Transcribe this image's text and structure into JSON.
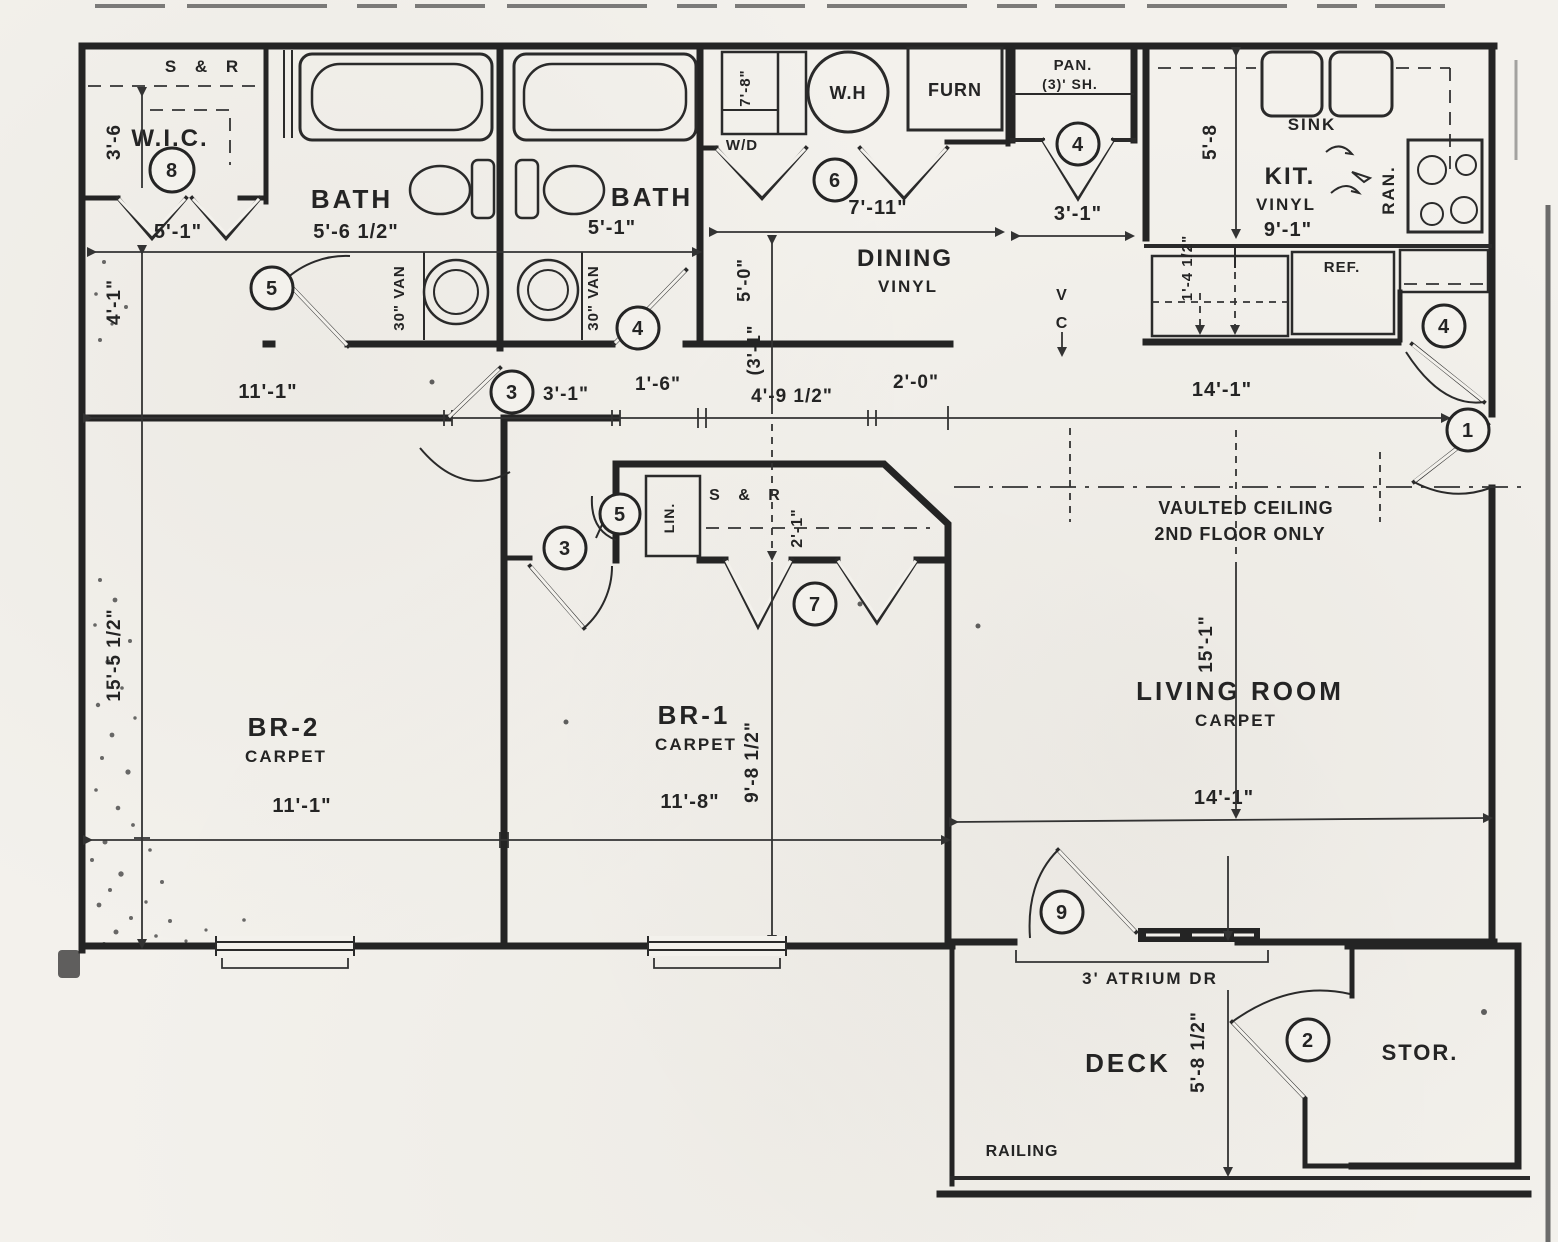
{
  "title": "Apartment unit floor plan (scanned blueprint)",
  "colors": {
    "ink": "#242424",
    "paper": "#f3f1ec"
  },
  "rooms": {
    "wic": "W.I.C.",
    "bath1": "BATH",
    "bath2": "BATH",
    "dining": "DINING",
    "dining_floor": "VINYL",
    "kit": "KIT.",
    "kit_floor": "VINYL",
    "kit_dim": "9'-1\"",
    "br2": "BR-2",
    "br2_floor": "CARPET",
    "br1": "BR-1",
    "br1_floor": "CARPET",
    "living": "LIVING ROOM",
    "living_floor": "CARPET",
    "deck": "DECK",
    "stor": "STOR.",
    "railing": "RAILING"
  },
  "fixtures": {
    "sr_wic": "S & R",
    "sr_closet": "S & R",
    "wd": "W/D",
    "wd_dim": "7'-8\"",
    "wh": "W.H",
    "furn": "FURN",
    "pan_line1": "PAN.",
    "pan_line2": "(3)' SH.",
    "sink": "SINK",
    "range": "RAN.",
    "fridge": "REF.",
    "linen": "LIN.",
    "van1": "30\" VAN",
    "van2": "30\" VAN",
    "atrium": "3' ATRIUM DR",
    "vaulted_line1": "VAULTED CEILING",
    "vaulted_line2": "2ND FLOOR ONLY",
    "vent_v": "V",
    "vent_c": "C"
  },
  "dims": {
    "wic_depth": "3'-6",
    "wic_width": "5'-1\"",
    "hall_left": "4'-1\"",
    "bath1_width": "5'-6 1/2\"",
    "bath2_width": "5'-1\"",
    "util_width": "7'-11\"",
    "util_depth": "5'-0\"",
    "util_depth2": "(3'-1\"",
    "pan_width": "3'-1\"",
    "kit_depth": "5'-8",
    "counter": "1'-4 1/2\"",
    "kit_top": "14'-1\"",
    "hall_br2": "11'-1\"",
    "hall_door": "3'-1\"",
    "hall_16": "1'-6\"",
    "hall_49": "4'-9 1/2\"",
    "hall_20": "2'-0\"",
    "closet_depth": "2'-1\"",
    "left_height": "15'-5 1/2\"",
    "br2_width": "11'-1\"",
    "br1_width": "11'-8\"",
    "br1_height": "9'-8 1/2\"",
    "living_height": "15'-1\"",
    "living_width": "14'-1\"",
    "deck_dim": "5'-8 1/2\""
  },
  "door_tags": {
    "entry": "1",
    "stor": "2",
    "br2": "3",
    "br1": "3",
    "bath2": "4",
    "pantry": "4",
    "entry_closet": "4",
    "bath1": "5",
    "linen": "5",
    "utility": "6",
    "br1_closet": "7",
    "wic": "8",
    "atrium": "9"
  }
}
